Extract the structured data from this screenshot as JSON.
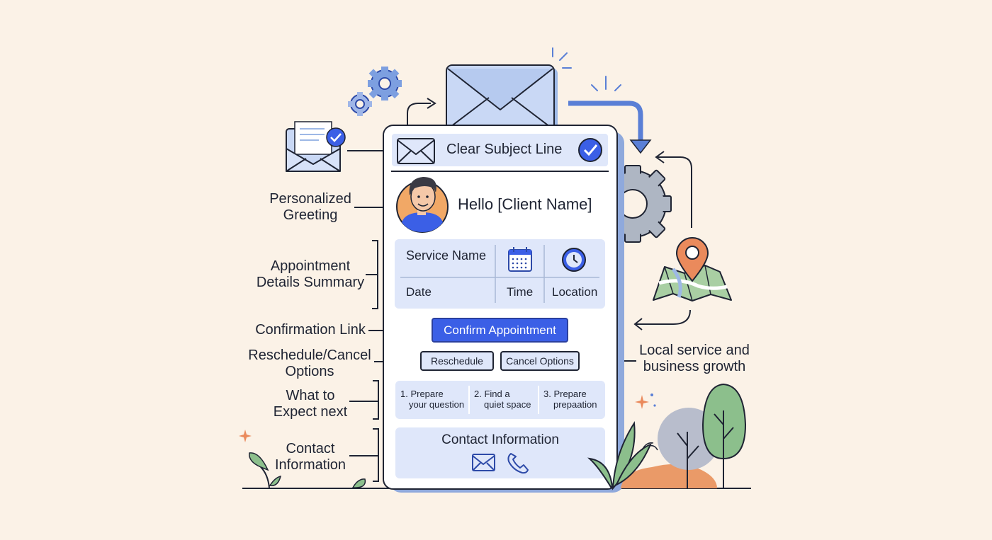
{
  "phone": {
    "subject_line": "Clear Subject Line",
    "greeting": "Hello [Client Name]",
    "details": {
      "service_name": "Service Name",
      "date": "Date",
      "time": "Time",
      "location": "Location"
    },
    "confirm_button": "Confirm Appointment",
    "reschedule_button": "Reschedule",
    "cancel_button": "Cancel Options",
    "steps": [
      {
        "line1": "1. Prepare",
        "line2": "your question"
      },
      {
        "line1": "2. Find a",
        "line2": "quiet space"
      },
      {
        "line1": "3. Prepare",
        "line2": "prepaation"
      }
    ],
    "contact_title": "Contact Information"
  },
  "labels": {
    "personalized_greeting": [
      "Personalized",
      "Greeting"
    ],
    "appointment_details": [
      "Appointment",
      "Details Summary"
    ],
    "confirmation_link": "Confirmation Link",
    "reschedule_cancel": [
      "Reschedule/Cancel",
      "Options"
    ],
    "what_to_expect": [
      "What to",
      "Expect next"
    ],
    "contact_information": [
      "Contact",
      "Information"
    ],
    "local_service": [
      "Local service and",
      "business growth"
    ]
  },
  "colors": {
    "background": "#fbf2e7",
    "phone_panel": "#e2eafa",
    "accent_blue": "#3b5fe6",
    "outline": "#1f2433",
    "pin_orange": "#ea8a5c",
    "leaf_green": "#8cbf8c"
  },
  "icons": [
    "envelope-icon",
    "check-icon",
    "avatar",
    "calendar-icon",
    "clock-icon",
    "phone-icon",
    "gear-icon",
    "map-pin-icon",
    "map-icon",
    "tree-icon",
    "leaf-icon",
    "arrow-icon",
    "sparkle-icon"
  ]
}
